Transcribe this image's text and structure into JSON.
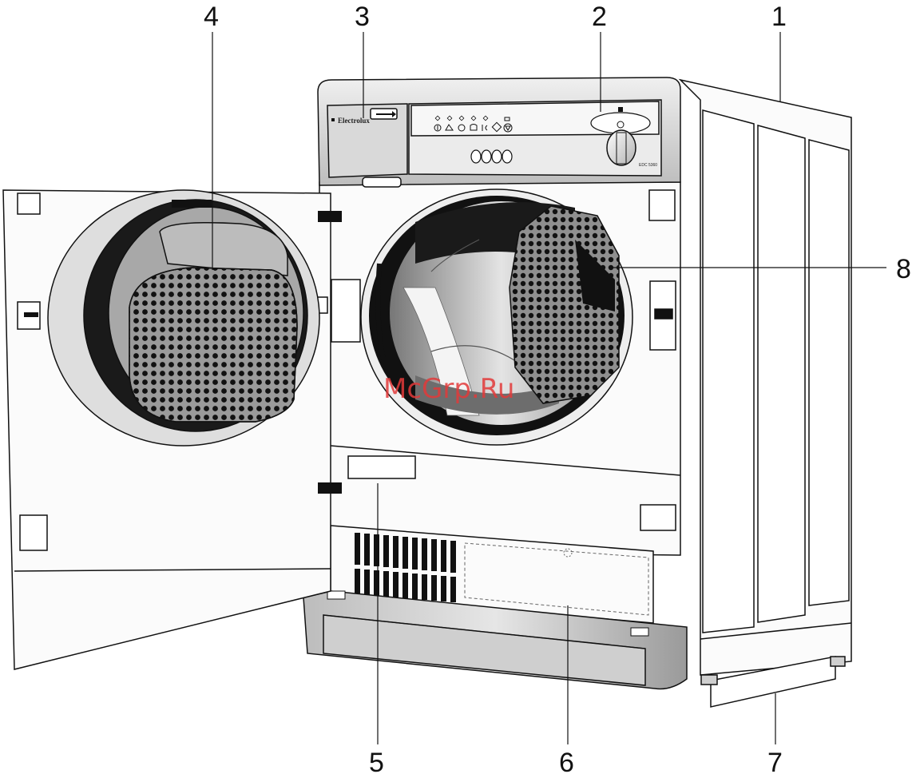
{
  "callouts": [
    "1",
    "2",
    "3",
    "4",
    "5",
    "6",
    "7",
    "8"
  ],
  "panel": {
    "brand": "Electrolux",
    "model": "EDC 5360"
  },
  "watermark": "McGrp.Ru",
  "colors": {
    "line": "#111111",
    "drum": "#8d8d8d",
    "dark": "#1a1a1a",
    "mid": "#b5b5b5",
    "panel": "#d3d3d3",
    "body": "#fafafa"
  }
}
